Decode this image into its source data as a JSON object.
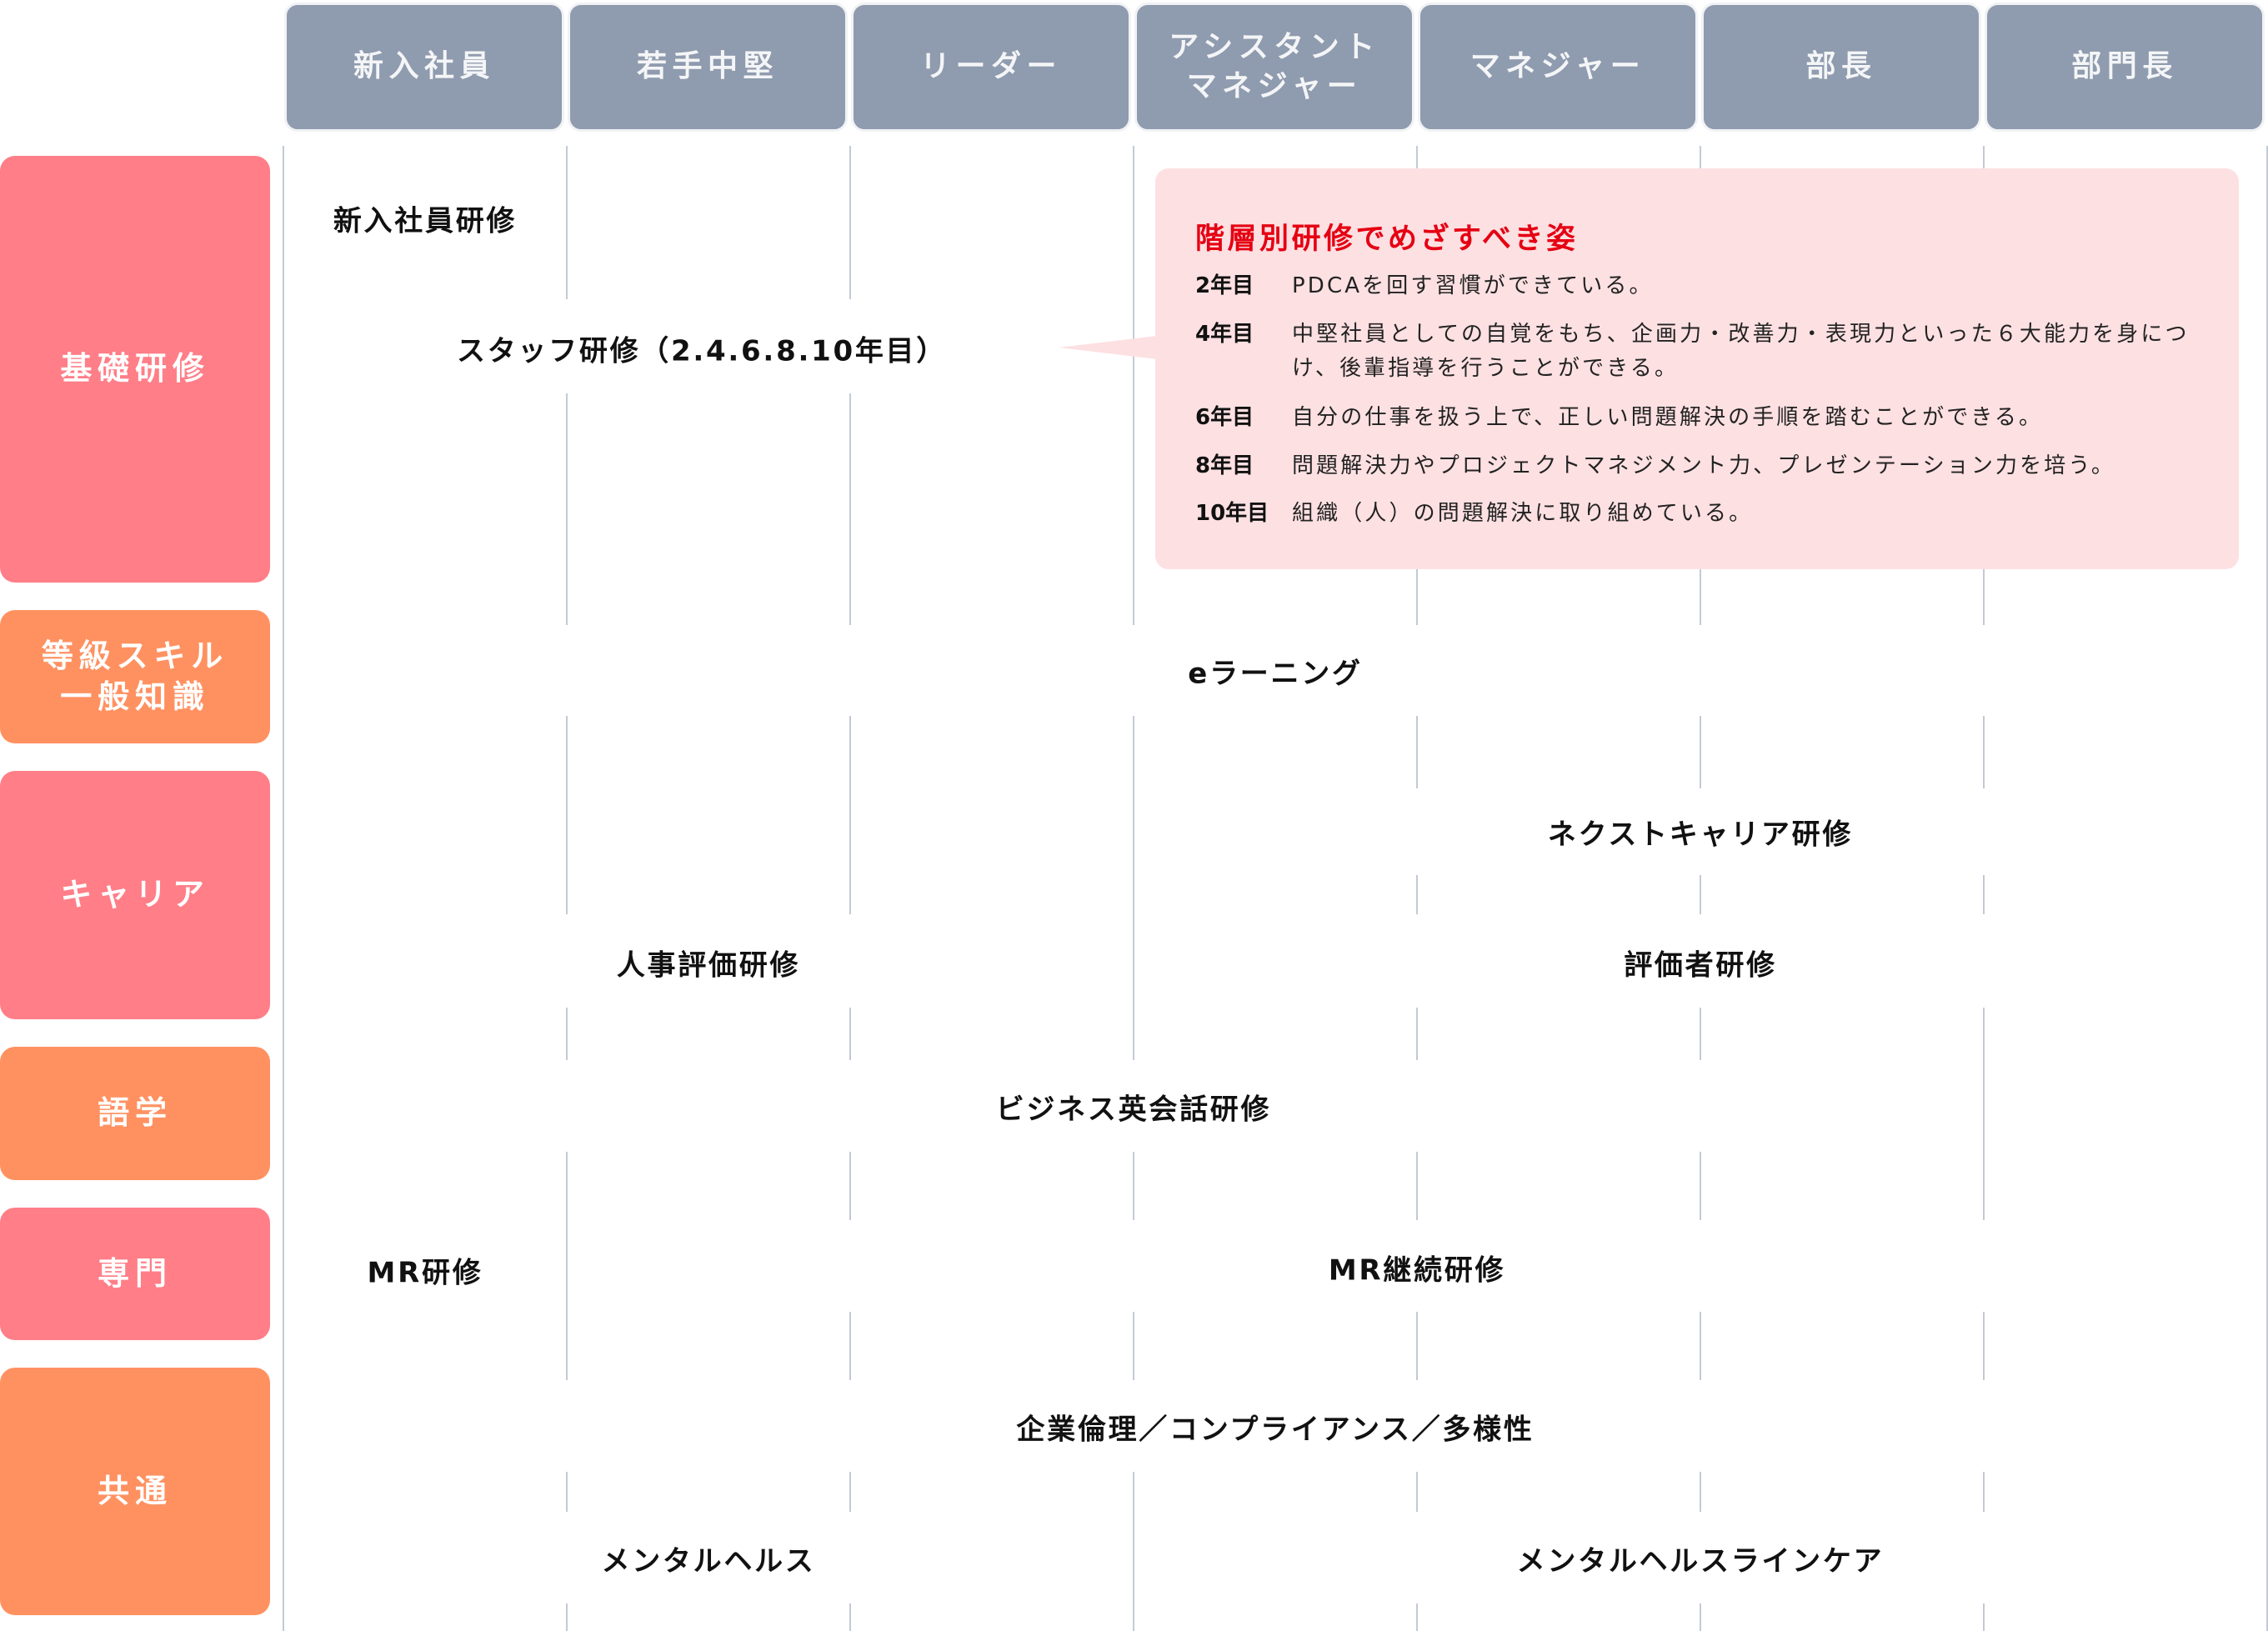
{
  "headers": [
    {
      "label": "新入社員"
    },
    {
      "label": "若手中堅"
    },
    {
      "label": "リーダー"
    },
    {
      "label": "アシスタント\nマネジャー"
    },
    {
      "label": "マネジャー"
    },
    {
      "label": "部長"
    },
    {
      "label": "部門長"
    }
  ],
  "categories": [
    {
      "label": "基礎研修",
      "color": "#ff7e87"
    },
    {
      "label": "等級スキル\n一般知識",
      "color": "#ff9161"
    },
    {
      "label": "キャリア",
      "color": "#ff7e87"
    },
    {
      "label": "語学",
      "color": "#ff9161"
    },
    {
      "label": "専門",
      "color": "#ff7e87"
    },
    {
      "label": "共通",
      "color": "#ff9161"
    }
  ],
  "trainings": {
    "new_hire": "新入社員研修",
    "staff": "スタッフ研修（2.4.6.8.10年目）",
    "elearning": "eラーニング",
    "next_career": "ネクストキャリア研修",
    "hr_evaluation": "人事評価研修",
    "evaluator": "評価者研修",
    "business_english": "ビジネス英会話研修",
    "mr": "MR研修",
    "mr_continuing": "MR継続研修",
    "ethics": "企業倫理／コンプライアンス／多様性",
    "mental_health": "メンタルヘルス",
    "mental_health_linecare": "メンタルヘルスラインケア"
  },
  "callout": {
    "title": "階層別研修でめざすべき姿",
    "goals": [
      {
        "year": "2年目",
        "text": "PDCAを回す習慣ができている。"
      },
      {
        "year": "4年目",
        "text": "中堅社員としての自覚をもち、企画力・改善力・表現力といった６大能力を身につけ、後輩指導を行うことができる。"
      },
      {
        "year": "6年目",
        "text": "自分の仕事を扱う上で、正しい問題解決の手順を踏むことができる。"
      },
      {
        "year": "8年目",
        "text": "問題解決力やプロジェクトマネジメント力、プレゼンテーション力を培う。"
      },
      {
        "year": "10年目",
        "text": "組織（人）の問題解決に取り組めている。"
      }
    ]
  },
  "colors": {
    "header": "#8f9bae",
    "category_pink": "#ff7e87",
    "category_orange": "#ff9161",
    "callout_bg": "#fde0e2",
    "callout_title": "#e50012",
    "grid_line": "#c3cad5"
  }
}
